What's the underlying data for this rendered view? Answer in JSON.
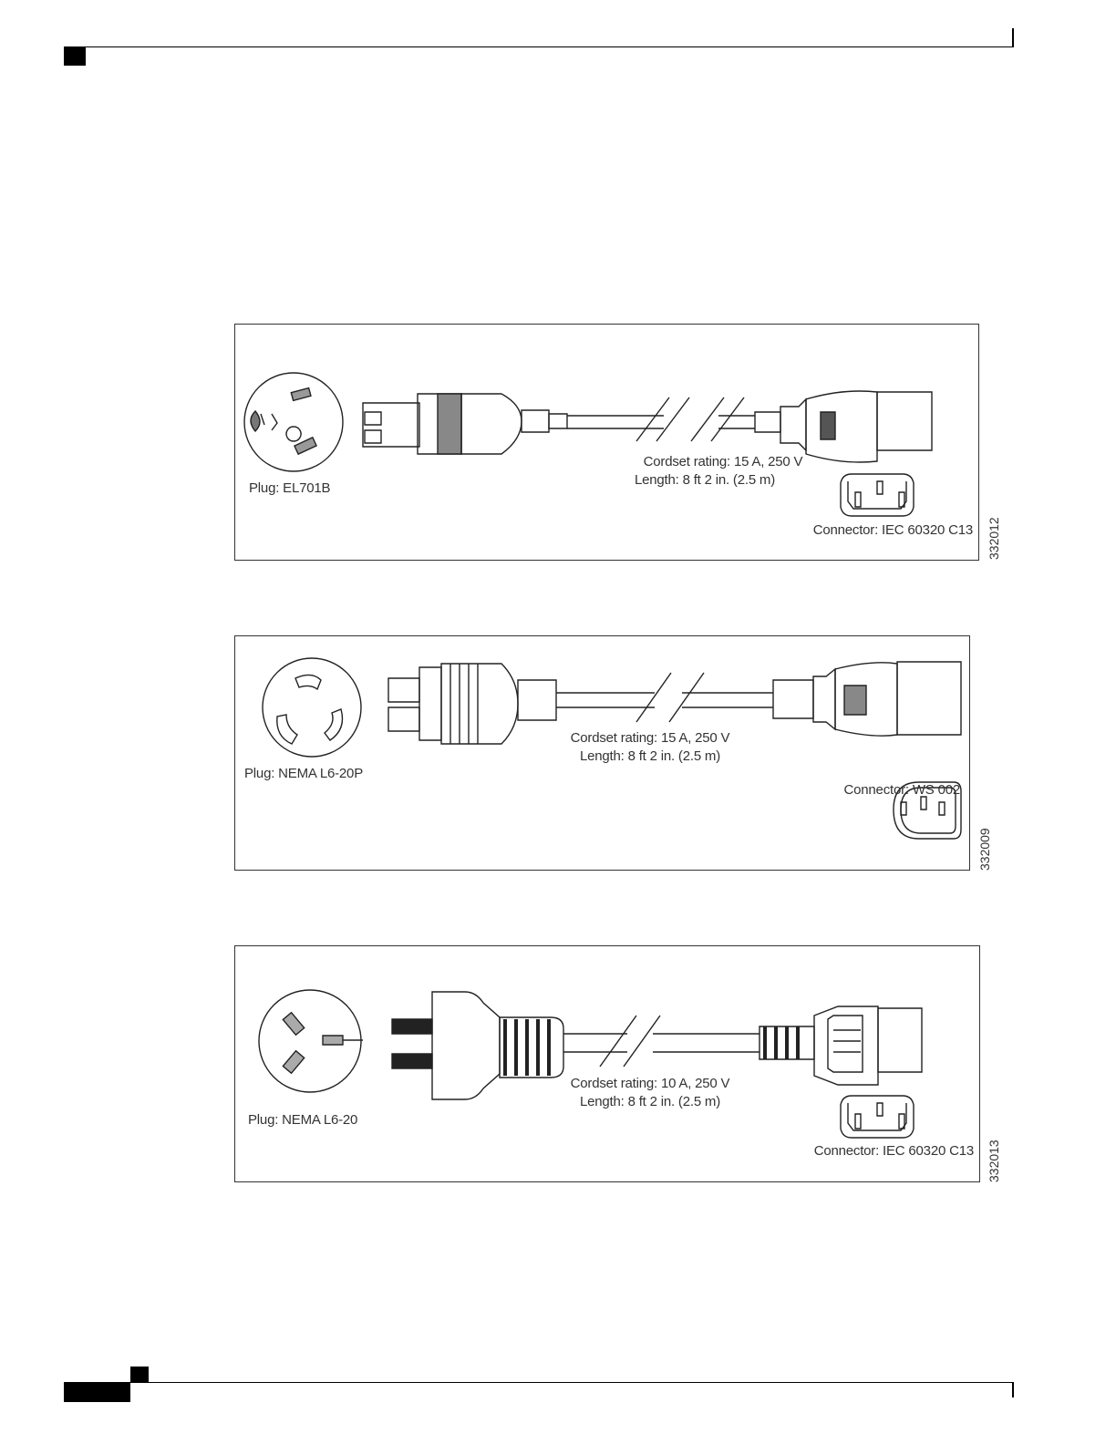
{
  "figures": [
    {
      "plug_label": "Plug: EL701B",
      "rating": "Cordset rating: 15 A, 250 V",
      "length": "Length: 8 ft 2 in. (2.5 m)",
      "connector_label": "Connector: IEC 60320 C13",
      "figure_id": "332012"
    },
    {
      "plug_label": "Plug: NEMA L6-20P",
      "rating": "Cordset rating: 15 A, 250 V",
      "length": "Length: 8 ft 2 in. (2.5 m)",
      "connector_label": "Connector: WS 002",
      "figure_id": "332009"
    },
    {
      "plug_label": "Plug: NEMA L6-20",
      "rating": "Cordset rating: 10 A, 250 V",
      "length": "Length: 8 ft 2 in. (2.5 m)",
      "connector_label": "Connector: IEC 60320 C13",
      "figure_id": "332013"
    }
  ]
}
